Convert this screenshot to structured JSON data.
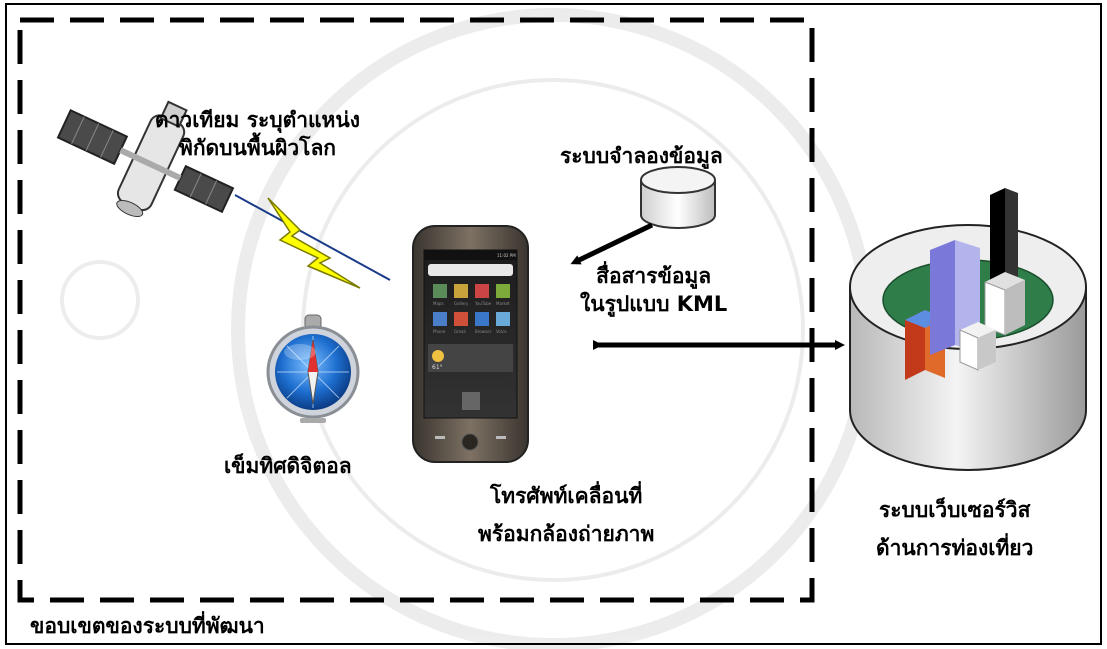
{
  "labels": {
    "satellite": [
      "ดาวเทียม ระบุตำแหน่ง",
      "พิกัดบนพื้นผิวโลก"
    ],
    "data_store": "ระบบจำลองข้อมูล",
    "communication": [
      "สื่อสารข้อมูล",
      "ในรูปแบบ KML"
    ],
    "compass": "เข็มทิศดิจิตอล",
    "phone": [
      "โทรศัพท์เคลื่อนที่",
      "พร้อมกล้องถ่ายภาพ"
    ],
    "web_service": [
      "ระบบเว็บเซอร์วิส",
      "ด้านการท่องเที่ยว"
    ],
    "boundary": "ขอบเขตของระบบที่พัฒนา"
  },
  "phone_screen": {
    "status_time": "11:02 PM",
    "apps_row1": [
      "Maps",
      "Gallery",
      "YouTube",
      "Market"
    ],
    "apps_row2": [
      "Phone",
      "Gmail",
      "Browser",
      "Voice"
    ],
    "weather_temp": "61°"
  },
  "colors": {
    "border": "#000000",
    "lightning": "#ffff00",
    "compass_face": "#1e6fd0",
    "cylinder_top": "#eeeeee",
    "platform_green": "#2f7d48"
  }
}
